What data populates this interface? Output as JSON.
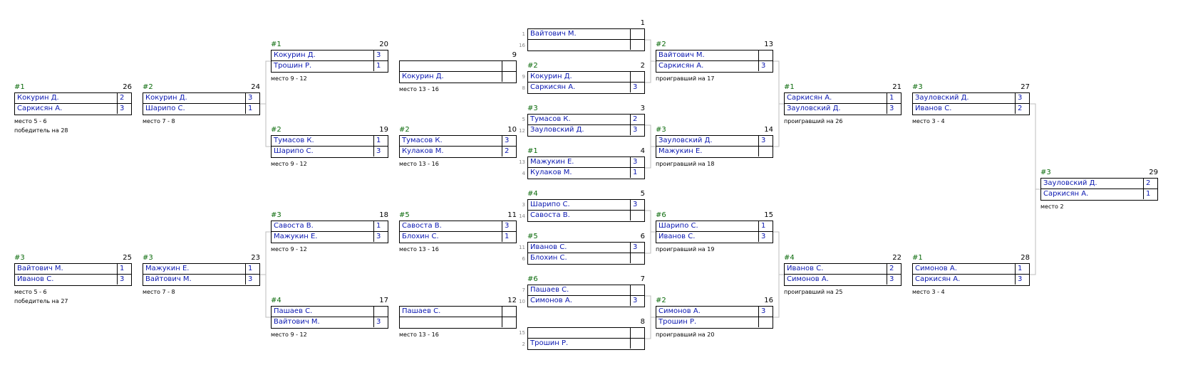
{
  "matches": [
    {
      "label": "#1",
      "number": "26",
      "p1": "Кокурин  Д.",
      "s1": "2",
      "p2": "Саркисян А.",
      "s2": "3",
      "notes": [
        "место 5 - 6",
        "победитель на 28"
      ]
    },
    {
      "label": "#2",
      "number": "24",
      "p1": "Кокурин  Д.",
      "s1": "3",
      "p2": "Шарипо С.",
      "s2": "1",
      "notes": [
        "место 7 - 8"
      ]
    },
    {
      "label": "#3",
      "number": "25",
      "p1": "Вайтович М.",
      "s1": "1",
      "p2": "Иванов С.",
      "s2": "3",
      "notes": [
        "место 5 - 6",
        "победитель на 27"
      ]
    },
    {
      "label": "#3",
      "number": "23",
      "p1": "Мажукин Е.",
      "s1": "1",
      "p2": "Вайтович М.",
      "s2": "3",
      "notes": [
        "место 7 - 8"
      ]
    },
    {
      "label": "#1",
      "number": "20",
      "p1": "Кокурин  Д.",
      "s1": "3",
      "p2": "Трошин Р.",
      "s2": "1",
      "notes": [
        "место 9 - 12"
      ]
    },
    {
      "label": "#2",
      "number": "19",
      "p1": "Тумасов К.",
      "s1": "1",
      "p2": "Шарипо С.",
      "s2": "3",
      "notes": [
        "место 9 - 12"
      ]
    },
    {
      "label": "#3",
      "number": "18",
      "p1": "Савоста В.",
      "s1": "1",
      "p2": "Мажукин Е.",
      "s2": "3",
      "notes": [
        "место 9 - 12"
      ]
    },
    {
      "label": "#4",
      "number": "17",
      "p1": "Пашаев С.",
      "s1": "",
      "p2": "Вайтович М.",
      "s2": "3",
      "notes": [
        "место 9 - 12"
      ]
    },
    {
      "label": "",
      "number": "9",
      "p1": "",
      "s1": "",
      "p2": "Кокурин  Д.",
      "s2": "",
      "notes": [
        "место 13 - 16"
      ]
    },
    {
      "label": "#2",
      "number": "10",
      "p1": "Тумасов К.",
      "s1": "3",
      "p2": "Кулаков М.",
      "s2": "2",
      "notes": [
        "место 13 - 16"
      ]
    },
    {
      "label": "#5",
      "number": "11",
      "p1": "Савоста В.",
      "s1": "3",
      "p2": "Блохин С.",
      "s2": "1",
      "notes": [
        "место 13 - 16"
      ]
    },
    {
      "label": "",
      "number": "12",
      "p1": "Пашаев С.",
      "s1": "",
      "p2": "",
      "s2": "",
      "notes": [
        "место 13 - 16"
      ]
    },
    {
      "label": "",
      "number": "1",
      "p1": "Вайтович М.",
      "s1": "",
      "p2": "",
      "s2": "",
      "seed1": "1",
      "seed2": "16",
      "notes": []
    },
    {
      "label": "#2",
      "number": "2",
      "p1": "Кокурин  Д.",
      "s1": "",
      "p2": "Саркисян А.",
      "s2": "3",
      "seed1": "9",
      "seed2": "8",
      "notes": []
    },
    {
      "label": "#3",
      "number": "3",
      "p1": "Тумасов К.",
      "s1": "2",
      "p2": "Зауловский Д.",
      "s2": "3",
      "seed1": "5",
      "seed2": "12",
      "notes": []
    },
    {
      "label": "#1",
      "number": "4",
      "p1": "Мажукин Е.",
      "s1": "3",
      "p2": "Кулаков М.",
      "s2": "1",
      "seed1": "13",
      "seed2": "4",
      "notes": []
    },
    {
      "label": "#4",
      "number": "5",
      "p1": "Шарипо С.",
      "s1": "3",
      "p2": "Савоста В.",
      "s2": "",
      "seed1": "3",
      "seed2": "14",
      "notes": []
    },
    {
      "label": "#5",
      "number": "6",
      "p1": "Иванов С.",
      "s1": "3",
      "p2": "Блохин С.",
      "s2": "",
      "seed1": "11",
      "seed2": "6",
      "notes": []
    },
    {
      "label": "#6",
      "number": "7",
      "p1": "Пашаев С.",
      "s1": "",
      "p2": "Симонов А.",
      "s2": "3",
      "seed1": "7",
      "seed2": "10",
      "notes": []
    },
    {
      "label": "",
      "number": "8",
      "p1": "",
      "s1": "",
      "p2": "Трошин Р.",
      "s2": "",
      "seed1": "15",
      "seed2": "2",
      "notes": []
    },
    {
      "label": "#2",
      "number": "13",
      "p1": "Вайтович М.",
      "s1": "",
      "p2": "Саркисян А.",
      "s2": "3",
      "notes": [
        "проигравший на 17"
      ]
    },
    {
      "label": "#3",
      "number": "14",
      "p1": "Зауловский Д.",
      "s1": "3",
      "p2": "Мажукин Е.",
      "s2": "",
      "notes": [
        "проигравший на 18"
      ]
    },
    {
      "label": "#6",
      "number": "15",
      "p1": "Шарипо С.",
      "s1": "1",
      "p2": "Иванов С.",
      "s2": "3",
      "notes": [
        "проигравший на 19"
      ]
    },
    {
      "label": "#2",
      "number": "16",
      "p1": "Симонов А.",
      "s1": "3",
      "p2": "Трошин Р.",
      "s2": "",
      "notes": [
        "проигравший на 20"
      ]
    },
    {
      "label": "#1",
      "number": "21",
      "p1": "Саркисян А.",
      "s1": "1",
      "p2": "Зауловский Д.",
      "s2": "3",
      "notes": [
        "проигравший на 26"
      ]
    },
    {
      "label": "#4",
      "number": "22",
      "p1": "Иванов С.",
      "s1": "2",
      "p2": "Симонов А.",
      "s2": "3",
      "notes": [
        "проигравший на 25"
      ]
    },
    {
      "label": "#3",
      "number": "27",
      "p1": "Зауловский Д.",
      "s1": "3",
      "p2": "Иванов С.",
      "s2": "2",
      "notes": [
        "место 3 - 4"
      ]
    },
    {
      "label": "#1",
      "number": "28",
      "p1": "Симонов А.",
      "s1": "1",
      "p2": "Саркисян А.",
      "s2": "3",
      "notes": [
        "место 3 - 4"
      ]
    },
    {
      "label": "#3",
      "number": "29",
      "p1": "Зауловский Д.",
      "s1": "2",
      "p2": "Саркисян А.",
      "s2": "1",
      "notes": [
        "место 2"
      ]
    }
  ],
  "connectors": [
    [
      "20",
      "19",
      "24"
    ],
    [
      "18",
      "17",
      "23"
    ],
    [
      "1",
      "2",
      "13"
    ],
    [
      "3",
      "4",
      "14"
    ],
    [
      "5",
      "6",
      "15"
    ],
    [
      "7",
      "8",
      "16"
    ],
    [
      "13",
      "14",
      "21"
    ],
    [
      "15",
      "16",
      "22"
    ],
    [
      "27",
      "28",
      "29"
    ]
  ],
  "colors": {
    "label": "#0a6a0a",
    "name": "#0a17b0",
    "line": "#bdbdbd",
    "seed": "#888888"
  }
}
